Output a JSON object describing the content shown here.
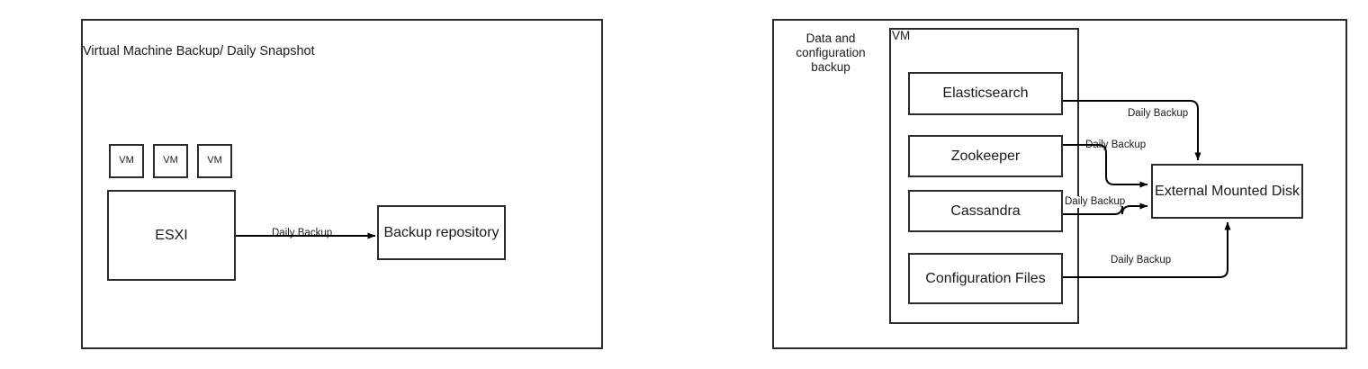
{
  "diagram": {
    "title_left": "Virtual Machine Backup/ Daily Snapshot",
    "label_right": "Data and configuration backup",
    "vm_container_label": "VM"
  },
  "left_panel": {
    "title": "Virtual Machine Backup/ Daily Snapshot",
    "vm_boxes": [
      {
        "label": "VM"
      },
      {
        "label": "VM"
      },
      {
        "label": "VM"
      }
    ],
    "host": {
      "label": "ESXI"
    },
    "target": {
      "label": "Backup repository"
    },
    "edges": [
      {
        "from": "ESXI",
        "to": "Backup repository",
        "label": "Daily Backup"
      }
    ]
  },
  "right_panel": {
    "side_label": "Data and configuration backup",
    "container_label": "VM",
    "services": [
      {
        "label": "Elasticsearch"
      },
      {
        "label": "Zookeeper"
      },
      {
        "label": "Cassandra"
      },
      {
        "label": "Configuration Files"
      }
    ],
    "target": {
      "label": "External Mounted Disk"
    },
    "edges": [
      {
        "from": "Elasticsearch",
        "to": "External Mounted Disk",
        "label": "Daily Backup"
      },
      {
        "from": "Zookeeper",
        "to": "External Mounted Disk",
        "label": "Daily Backup"
      },
      {
        "from": "Cassandra",
        "to": "External Mounted Disk",
        "label": "Daily Backup"
      },
      {
        "from": "Configuration Files",
        "to": "External Mounted Disk",
        "label": "Daily Backup"
      }
    ]
  },
  "colors": {
    "stroke": "#2b2b2b",
    "arrow": "#000000",
    "background": "#ffffff",
    "text": "#1a1a1a"
  }
}
